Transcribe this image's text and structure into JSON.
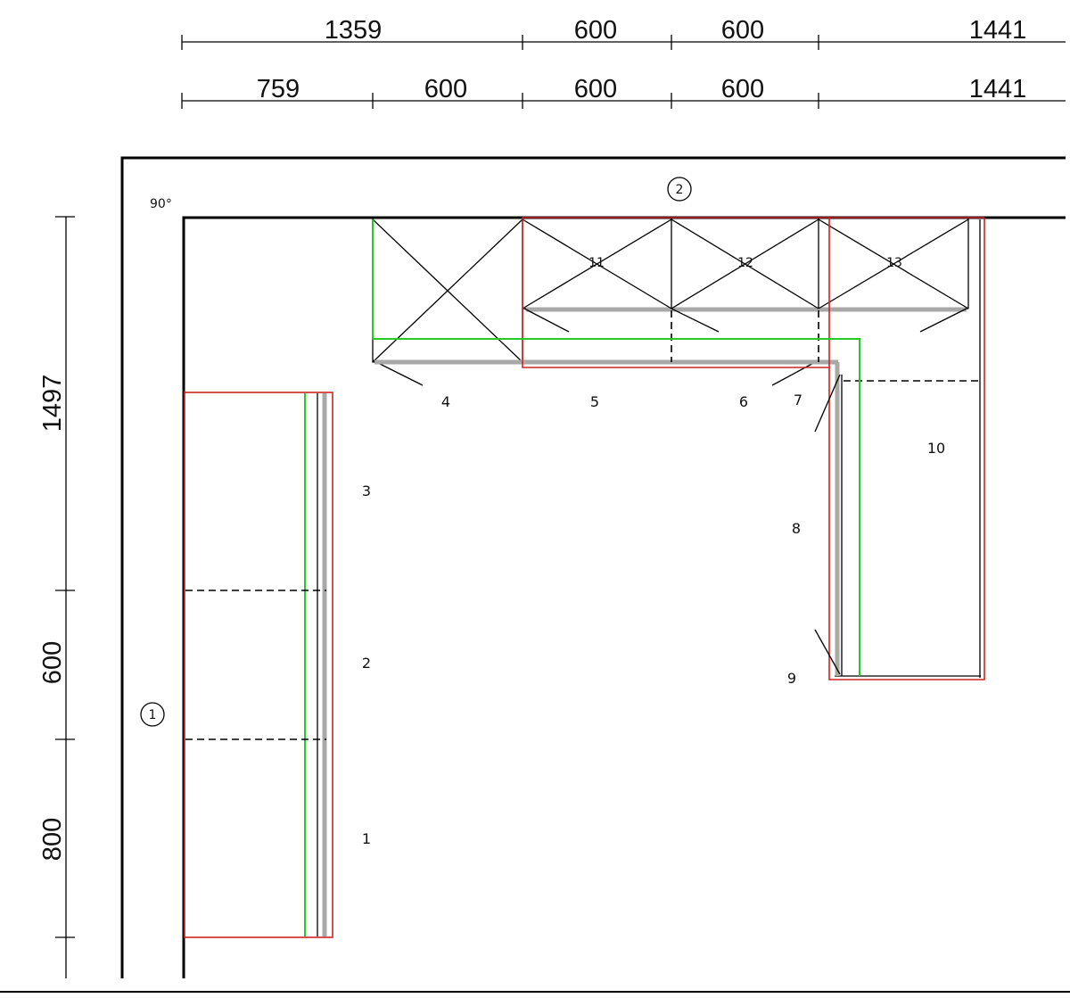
{
  "dimensions": {
    "top_row_1": [
      "1359",
      "600",
      "600",
      "1441"
    ],
    "top_row_2": [
      "759",
      "600",
      "600",
      "600",
      "1441"
    ],
    "left": [
      "1497",
      "600",
      "800"
    ]
  },
  "angle_label": "90°",
  "walls": [
    "1",
    "2"
  ],
  "cabinet_numbers": [
    "1",
    "2",
    "3",
    "4",
    "5",
    "6",
    "7",
    "8",
    "9",
    "10"
  ],
  "wall_cabinet_numbers": [
    "11",
    "12",
    "13"
  ],
  "colors": {
    "outline_red": "#d22222",
    "worktop_green": "#22cc22",
    "plinth_grey": "#a8a8a8",
    "line_black": "#000000"
  }
}
